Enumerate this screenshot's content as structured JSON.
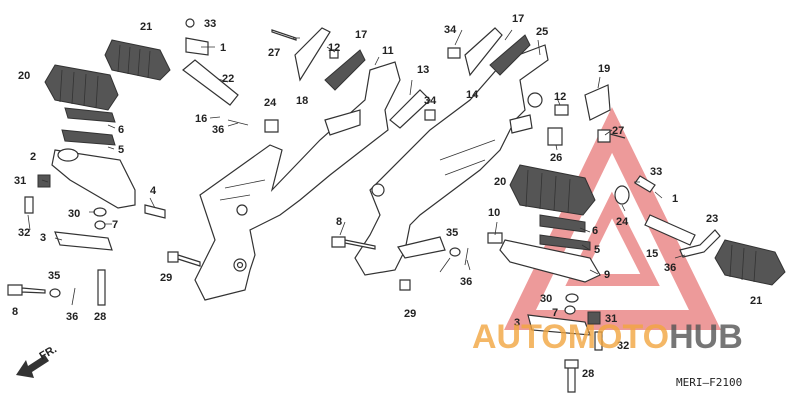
{
  "diagram_code": "MERI–F2100",
  "direction_label": "FR.",
  "watermark": {
    "word_a": "AUTO",
    "word_b": "MOTO",
    "word_c": "HUB",
    "color_a": "#f2a640",
    "color_b": "#f2a640",
    "color_c": "#555555",
    "triangle_color": "#e04848"
  },
  "callouts": [
    {
      "id": "21a",
      "text": "21"
    },
    {
      "id": "33a",
      "text": "33"
    },
    {
      "id": "1a",
      "text": "1"
    },
    {
      "id": "20a",
      "text": "20"
    },
    {
      "id": "22",
      "text": "22"
    },
    {
      "id": "16",
      "text": "16"
    },
    {
      "id": "36a",
      "text": "36"
    },
    {
      "id": "6a",
      "text": "6"
    },
    {
      "id": "5a",
      "text": "5"
    },
    {
      "id": "2",
      "text": "2"
    },
    {
      "id": "31a",
      "text": "31"
    },
    {
      "id": "4",
      "text": "4"
    },
    {
      "id": "32a",
      "text": "32"
    },
    {
      "id": "30a",
      "text": "30"
    },
    {
      "id": "7a",
      "text": "7"
    },
    {
      "id": "3a",
      "text": "3"
    },
    {
      "id": "8a",
      "text": "8"
    },
    {
      "id": "35a",
      "text": "35"
    },
    {
      "id": "36b",
      "text": "36"
    },
    {
      "id": "28a",
      "text": "28"
    },
    {
      "id": "29a",
      "text": "29"
    },
    {
      "id": "27a",
      "text": "27"
    },
    {
      "id": "12a",
      "text": "12"
    },
    {
      "id": "17a",
      "text": "17"
    },
    {
      "id": "11",
      "text": "11"
    },
    {
      "id": "18",
      "text": "18"
    },
    {
      "id": "24a",
      "text": "24"
    },
    {
      "id": "13",
      "text": "13"
    },
    {
      "id": "34a",
      "text": "34"
    },
    {
      "id": "34b",
      "text": "34"
    },
    {
      "id": "17b",
      "text": "17"
    },
    {
      "id": "25",
      "text": "25"
    },
    {
      "id": "14",
      "text": "14"
    },
    {
      "id": "19",
      "text": "19"
    },
    {
      "id": "12b",
      "text": "12"
    },
    {
      "id": "27b",
      "text": "27"
    },
    {
      "id": "26",
      "text": "26"
    },
    {
      "id": "33b",
      "text": "33"
    },
    {
      "id": "20b",
      "text": "20"
    },
    {
      "id": "1b",
      "text": "1"
    },
    {
      "id": "24b",
      "text": "24"
    },
    {
      "id": "23",
      "text": "23"
    },
    {
      "id": "10",
      "text": "10"
    },
    {
      "id": "6b",
      "text": "6"
    },
    {
      "id": "5b",
      "text": "5"
    },
    {
      "id": "9",
      "text": "9"
    },
    {
      "id": "15",
      "text": "15"
    },
    {
      "id": "36c",
      "text": "36"
    },
    {
      "id": "8b",
      "text": "8"
    },
    {
      "id": "35b",
      "text": "35"
    },
    {
      "id": "36d",
      "text": "36"
    },
    {
      "id": "29b",
      "text": "29"
    },
    {
      "id": "30b",
      "text": "30"
    },
    {
      "id": "7b",
      "text": "7"
    },
    {
      "id": "31b",
      "text": "31"
    },
    {
      "id": "3b",
      "text": "3"
    },
    {
      "id": "32b",
      "text": "32"
    },
    {
      "id": "21b",
      "text": "21"
    },
    {
      "id": "28b",
      "text": "28"
    }
  ]
}
